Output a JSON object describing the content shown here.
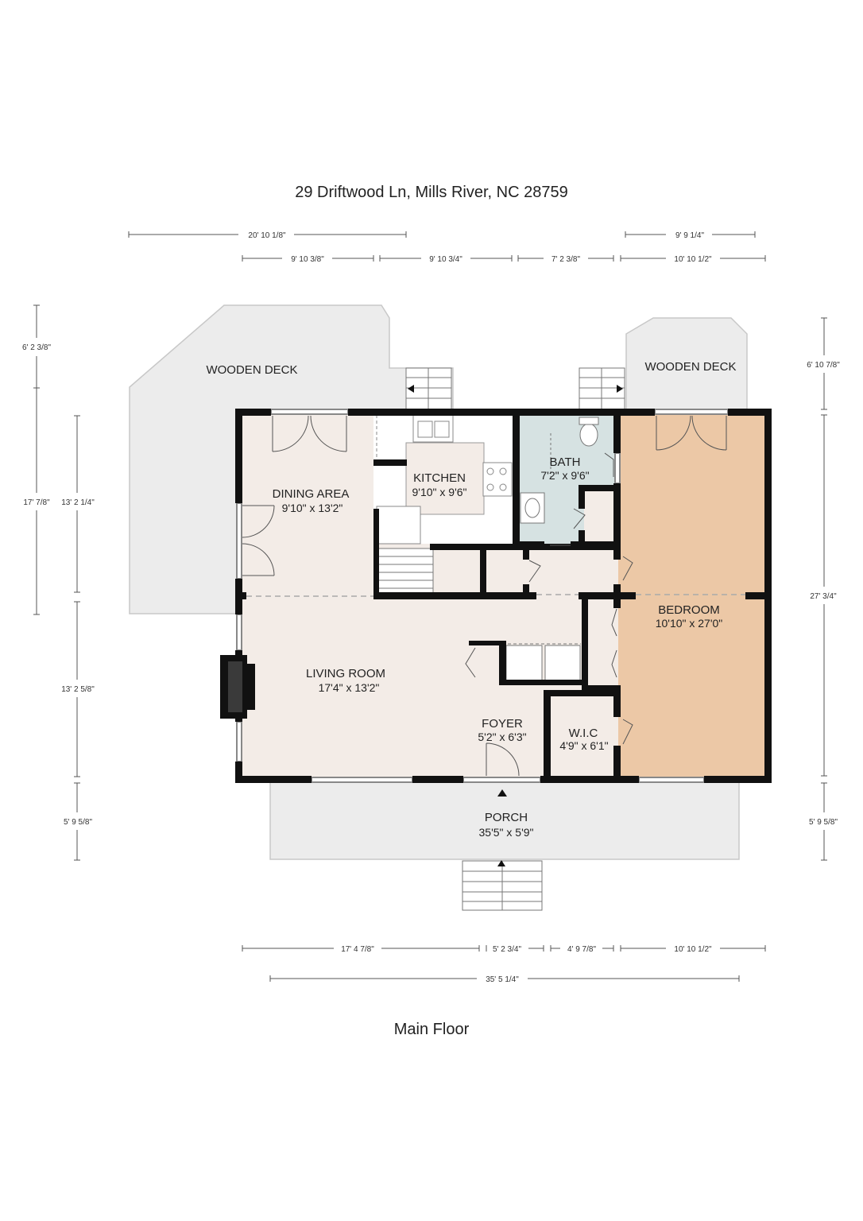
{
  "address": "29 Driftwood Ln, Mills River, NC 28759",
  "floor_label": "Main Floor",
  "rooms": {
    "deck_left": {
      "name": "WOODEN DECK"
    },
    "deck_right": {
      "name": "WOODEN DECK"
    },
    "dining": {
      "name": "DINING AREA",
      "size": "9'10\" x 13'2\""
    },
    "kitchen": {
      "name": "KITCHEN",
      "size": "9'10\" x 9'6\""
    },
    "bath": {
      "name": "BATH",
      "size": "7'2\" x 9'6\""
    },
    "bedroom": {
      "name": "BEDROOM",
      "size": "10'10\" x 27'0\""
    },
    "living": {
      "name": "LIVING ROOM",
      "size": "17'4\" x 13'2\""
    },
    "foyer": {
      "name": "FOYER",
      "size": "5'2\" x 6'3\""
    },
    "wic": {
      "name": "W.I.C",
      "size": "4'9\" x 6'1\""
    },
    "porch": {
      "name": "PORCH",
      "size": "35'5\" x 5'9\""
    }
  },
  "dimensions": {
    "top_overall_left": "20' 10 1/8\"",
    "top_overall_right": "9' 9 1/4\"",
    "top_1": "9' 10 3/8\"",
    "top_2": "9' 10 3/4\"",
    "top_3": "7' 2 3/8\"",
    "top_4": "10' 10 1/2\"",
    "left_outer_1": "6' 2 3/8\"",
    "left_outer_2": "17' 7/8\"",
    "left_inner_1": "13' 2 1/4\"",
    "left_inner_2": "13' 2 5/8\"",
    "left_inner_3": "5' 9 5/8\"",
    "right_1": "6' 10 7/8\"",
    "right_2": "27' 3/4\"",
    "right_3": "5' 9 5/8\"",
    "bottom_1": "17' 4 7/8\"",
    "bottom_2": "5' 2 3/4\"",
    "bottom_3": "4' 9 7/8\"",
    "bottom_4": "10' 10 1/2\"",
    "bottom_overall": "35' 5 1/4\""
  },
  "colors": {
    "wall": "#111111",
    "floor": "#f3ece7",
    "deck": "#ececec",
    "bath": "#d6e2e2",
    "bedroom": "#ecc8a6",
    "kitchen": "#ffffff"
  }
}
